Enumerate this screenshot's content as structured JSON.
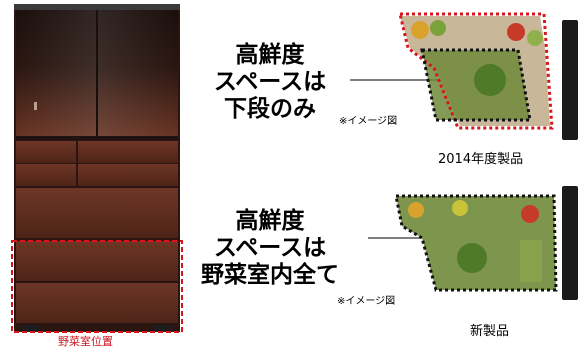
{
  "colors": {
    "accent_red": "#d6161d",
    "fridge_body": "#5a2a20",
    "highlight_green": "#6f8a3a",
    "dotted_black": "#111111"
  },
  "fridge": {
    "location_label": "野菜室位置"
  },
  "old_model": {
    "headline_line1": "高鮮度",
    "headline_line2": "スペースは",
    "headline_line3": "下段のみ",
    "note": "※イメージ図",
    "caption": "2014年度製品"
  },
  "new_model": {
    "headline_line1": "高鮮度",
    "headline_line2": "スペースは",
    "headline_line3": "野菜室内全て",
    "note": "※イメージ図",
    "caption": "新製品"
  }
}
